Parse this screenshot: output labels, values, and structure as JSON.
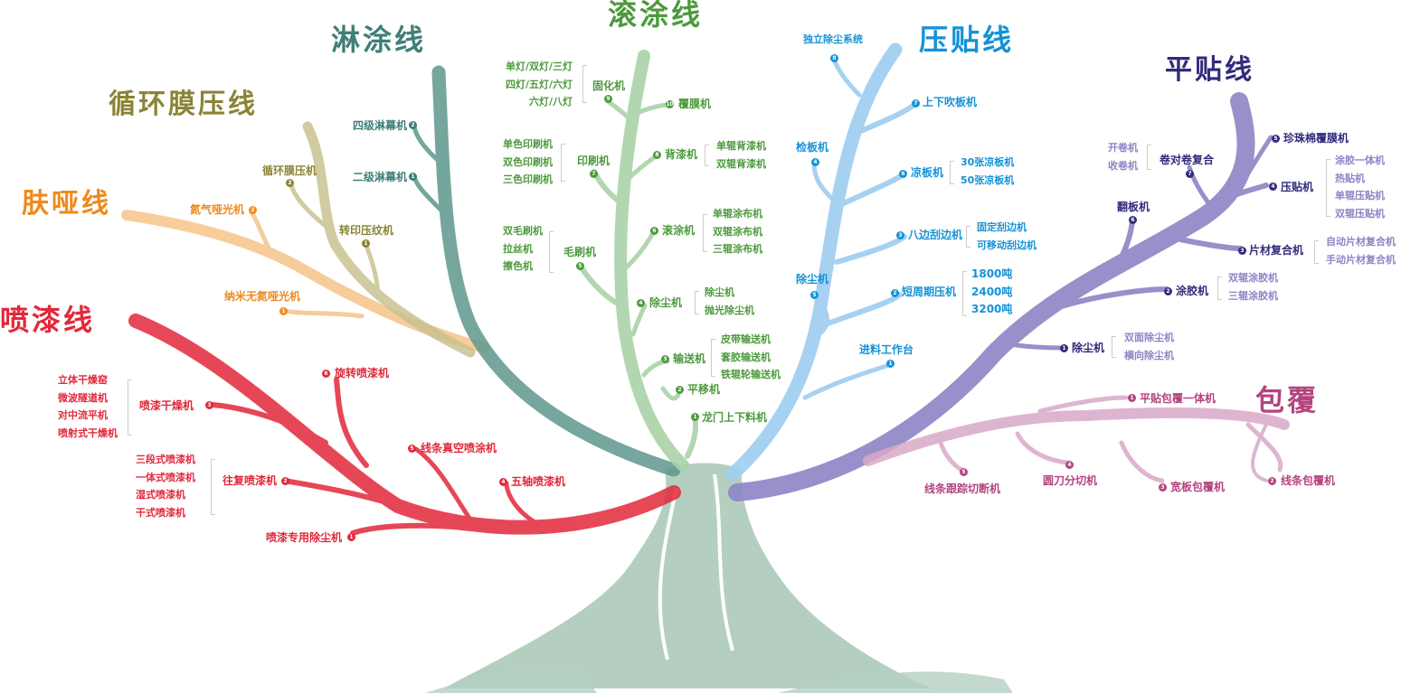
{
  "colors": {
    "red": "#e2283a",
    "orange": "#ee8a1e",
    "olive": "#8b8436",
    "teal": "#3f7f77",
    "green": "#4c9a3c",
    "blue": "#1592d6",
    "navy": "#312b7a",
    "purple": "#7e74b8",
    "pink": "#b4447f",
    "trunk": "#b4cfc0"
  },
  "titles": {
    "spray": "喷漆线",
    "matte": "肤哑线",
    "cycle": "循环膜压线",
    "curtain": "淋涂线",
    "roller": "滚涂线",
    "press": "压贴线",
    "flat": "平贴线",
    "wrap": "包覆"
  },
  "spray": {
    "n1": {
      "label": "喷漆专用除尘机",
      "num": "1"
    },
    "n2": {
      "label": "往复喷漆机",
      "num": "2",
      "subs": [
        "三段式喷漆机",
        "一体式喷漆机",
        "湿式喷漆机",
        "干式喷漆机"
      ]
    },
    "n3": {
      "label": "喷漆干燥机",
      "num": "3",
      "subs": [
        "立体干燥窑",
        "微波隧道机",
        "对中流平机",
        "喷射式干燥机"
      ]
    },
    "n4": {
      "label": "五轴喷漆机",
      "num": "4"
    },
    "n5": {
      "label": "线条真空喷涂机",
      "num": "5"
    },
    "n6": {
      "label": "旋转喷漆机",
      "num": "6"
    }
  },
  "matte": {
    "n1": {
      "label": "纳米无氮哑光机",
      "num": "1"
    },
    "n2": {
      "label": "氮气哑光机",
      "num": "2"
    }
  },
  "cycle": {
    "n1": {
      "label": "转印压纹机",
      "num": "1"
    },
    "n2": {
      "label": "循环膜压机",
      "num": "2"
    }
  },
  "curtain": {
    "n1": {
      "label": "二级淋幕机",
      "num": "1"
    },
    "n2": {
      "label": "四级淋幕机",
      "num": "2"
    }
  },
  "roller": {
    "n1": {
      "label": "龙门上下料机",
      "num": "1"
    },
    "n2": {
      "label": "平移机",
      "num": "2"
    },
    "n3": {
      "label": "输送机",
      "num": "3",
      "subs": [
        "皮带输送机",
        "套胶输送机",
        "铁辊轮输送机"
      ]
    },
    "n4": {
      "label": "除尘机",
      "num": "4",
      "subs": [
        "除尘机",
        "抛光除尘机"
      ]
    },
    "n5": {
      "label": "毛刷机",
      "num": "5",
      "subs": [
        "双毛刷机",
        "拉丝机",
        "擦色机"
      ]
    },
    "n6": {
      "label": "滚涂机",
      "num": "6",
      "subs": [
        "单辊涂布机",
        "双辊涂布机",
        "三辊涂布机"
      ]
    },
    "n7": {
      "label": "印刷机",
      "num": "7",
      "subs": [
        "单色印刷机",
        "双色印刷机",
        "三色印刷机"
      ]
    },
    "n8": {
      "label": "背漆机",
      "num": "8",
      "subs": [
        "单辊背漆机",
        "双辊背漆机"
      ]
    },
    "n9": {
      "label": "固化机",
      "num": "9",
      "subs": [
        "单灯/双灯/三灯",
        "四灯/五灯/六灯",
        "六灯/八灯"
      ]
    },
    "n10": {
      "label": "覆膜机",
      "num": "10"
    }
  },
  "press": {
    "n1": {
      "label": "进料工作台",
      "num": "1"
    },
    "n2": {
      "label": "短周期压机",
      "num": "2",
      "subs": [
        "1800吨",
        "2400吨",
        "3200吨"
      ]
    },
    "n3": {
      "label": "八边刮边机",
      "num": "3",
      "subs": [
        "固定刮边机",
        "可移动刮边机"
      ]
    },
    "n4": {
      "label": "检板机",
      "num": "4"
    },
    "n5": {
      "label": "除尘机",
      "num": "5"
    },
    "n6": {
      "label": "凉板机",
      "num": "6",
      "subs": [
        "30张凉板机",
        "50张凉板机"
      ]
    },
    "n7": {
      "label": "上下吹板机",
      "num": "7"
    },
    "n8": {
      "label": "独立除尘系统",
      "num": "8"
    }
  },
  "flat": {
    "n1": {
      "label": "除尘机",
      "num": "1",
      "subs": [
        "双面除尘机",
        "横向除尘机"
      ]
    },
    "n2": {
      "label": "涂胶机",
      "num": "2",
      "subs": [
        "双辊涂胶机",
        "三辊涂胶机"
      ]
    },
    "n3": {
      "label": "片材复合机",
      "num": "3",
      "subs": [
        "自动片材复合机",
        "手动片材复合机"
      ]
    },
    "n4": {
      "label": "压贴机",
      "num": "4",
      "subs": [
        "涂胶一体机",
        "热贴机",
        "单辊压贴机",
        "双辊压贴机"
      ]
    },
    "n5": {
      "label": "珍珠棉覆膜机",
      "num": "5"
    },
    "n6": {
      "label": "翻板机",
      "num": "6"
    },
    "n7": {
      "label": "卷对卷复合",
      "num": "7",
      "subs": [
        "开卷机",
        "收卷机"
      ]
    }
  },
  "wrap": {
    "n1": {
      "label": "平贴包覆一体机",
      "num": "1"
    },
    "n2": {
      "label": "线条包覆机",
      "num": "2"
    },
    "n3": {
      "label": "宽板包覆机",
      "num": "3"
    },
    "n4": {
      "label": "圆刀分切机",
      "num": "4"
    },
    "n5": {
      "label": "线条跟踪切断机",
      "num": "5"
    }
  }
}
